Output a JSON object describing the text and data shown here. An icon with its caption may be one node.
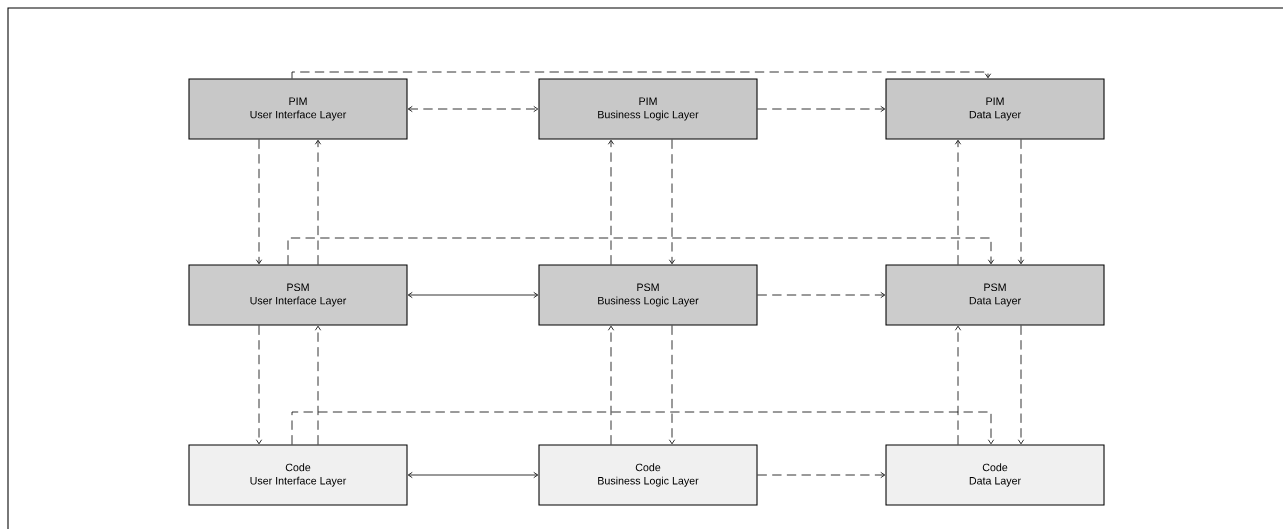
{
  "diagram": {
    "nodes": [
      {
        "text": [
          "PIM",
          "User Interface Layer"
        ]
      },
      {
        "text": [
          "PIM",
          "Business Logic Layer"
        ]
      },
      {
        "text": [
          "PIM",
          "Data Layer"
        ]
      },
      {
        "text": [
          "PSM",
          "User Interface Layer"
        ]
      },
      {
        "text": [
          "PSM",
          "Business Logic Layer"
        ]
      },
      {
        "text": [
          "PSM",
          "Data Layer"
        ]
      },
      {
        "text": [
          "Code",
          "User Interface Layer"
        ]
      },
      {
        "text": [
          "Code",
          "Business Logic Layer"
        ]
      },
      {
        "text": [
          "Code",
          "Data Layer"
        ]
      }
    ],
    "edges": [
      {
        "from": 0,
        "to": 1,
        "arrow": "both",
        "style": "dashed"
      },
      {
        "from": 1,
        "to": 2,
        "arrow": "to",
        "style": "dashed"
      },
      {
        "from": 0,
        "to": 2,
        "arrow": "to",
        "style": "dashed"
      },
      {
        "from": 0,
        "to": 3,
        "arrow": "to",
        "style": "dashed"
      },
      {
        "from": 3,
        "to": 0,
        "arrow": "to",
        "style": "dashed"
      },
      {
        "from": 4,
        "to": 1,
        "arrow": "to",
        "style": "dashed"
      },
      {
        "from": 1,
        "to": 4,
        "arrow": "to",
        "style": "dashed"
      },
      {
        "from": 5,
        "to": 2,
        "arrow": "to",
        "style": "dashed"
      },
      {
        "from": 2,
        "to": 5,
        "arrow": "to",
        "style": "dashed"
      },
      {
        "from": 3,
        "to": 4,
        "arrow": "both"
      },
      {
        "from": 4,
        "to": 5,
        "arrow": "to",
        "style": "dashed"
      },
      {
        "from": 3,
        "to": 5,
        "arrow": "to",
        "style": "dashed"
      },
      {
        "from": 3,
        "to": 6,
        "arrow": "to",
        "style": "dashed"
      },
      {
        "from": 6,
        "to": 3,
        "arrow": "to",
        "style": "dashed"
      },
      {
        "from": 7,
        "to": 4,
        "arrow": "to",
        "style": "dashed"
      },
      {
        "from": 4,
        "to": 7,
        "arrow": "to",
        "style": "dashed"
      },
      {
        "from": 8,
        "to": 5,
        "arrow": "to",
        "style": "dashed"
      },
      {
        "from": 5,
        "to": 8,
        "arrow": "to",
        "style": "dashed"
      },
      {
        "from": 6,
        "to": 7,
        "arrow": "both"
      },
      {
        "from": 7,
        "to": 8,
        "arrow": "to",
        "style": "dashed"
      },
      {
        "from": 6,
        "to": 8,
        "arrow": "to",
        "style": "dashed"
      }
    ]
  }
}
